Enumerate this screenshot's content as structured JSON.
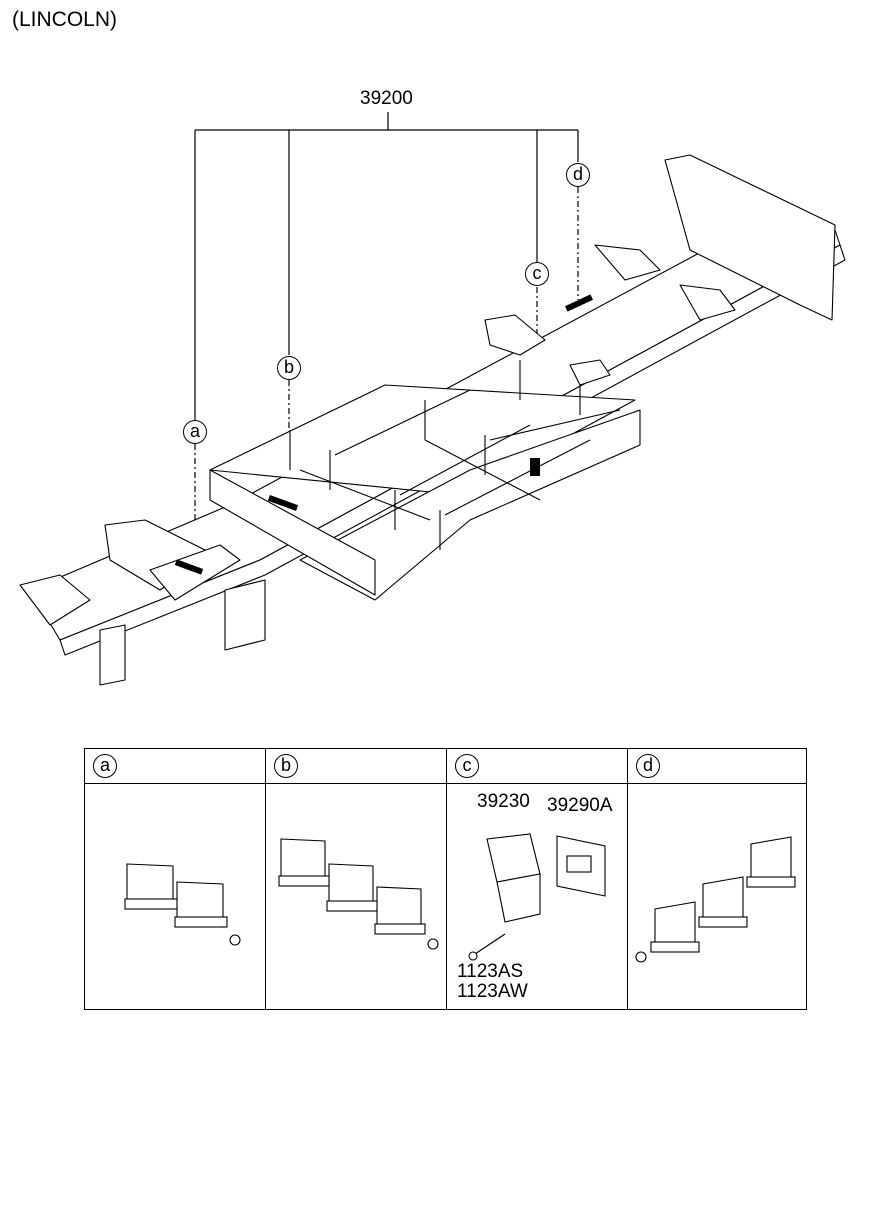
{
  "header": {
    "model": "(LINCOLN)"
  },
  "main_callout": {
    "part_no": "39200"
  },
  "callouts": [
    "a",
    "b",
    "c",
    "d"
  ],
  "table": {
    "headers": [
      "a",
      "b",
      "c",
      "d"
    ],
    "section_c": {
      "part_1": "39230",
      "part_2": "39290A",
      "part_3": "1123AS",
      "part_4": "1123AW"
    }
  }
}
